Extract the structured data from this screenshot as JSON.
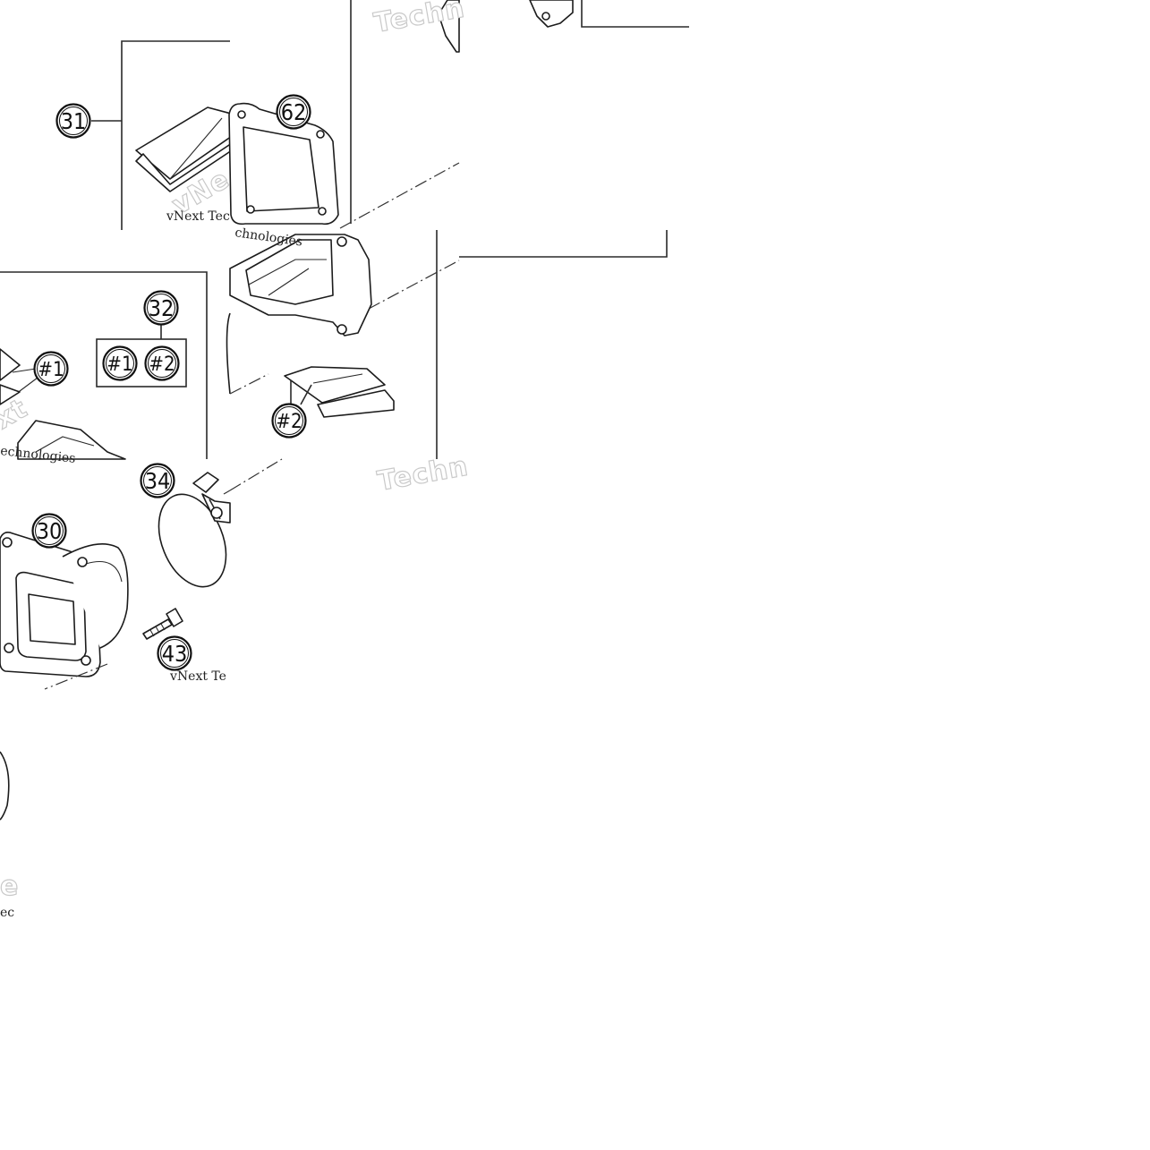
{
  "callouts": {
    "c31": "31",
    "c62": "62",
    "c32": "32",
    "c1a": "#1",
    "c1b": "#1",
    "c2a": "#2",
    "c2b": "#2",
    "c34": "34",
    "c30": "30",
    "c43": "43"
  },
  "watermarks": {
    "w1": "Techn",
    "w2": "Techn",
    "w3": "vNext Tec",
    "w4": "vNext Te",
    "w5": "chnologies",
    "w6": "echnologies",
    "w7": "ec",
    "w8": "vNe",
    "w9": "xt",
    "w10": "e"
  }
}
